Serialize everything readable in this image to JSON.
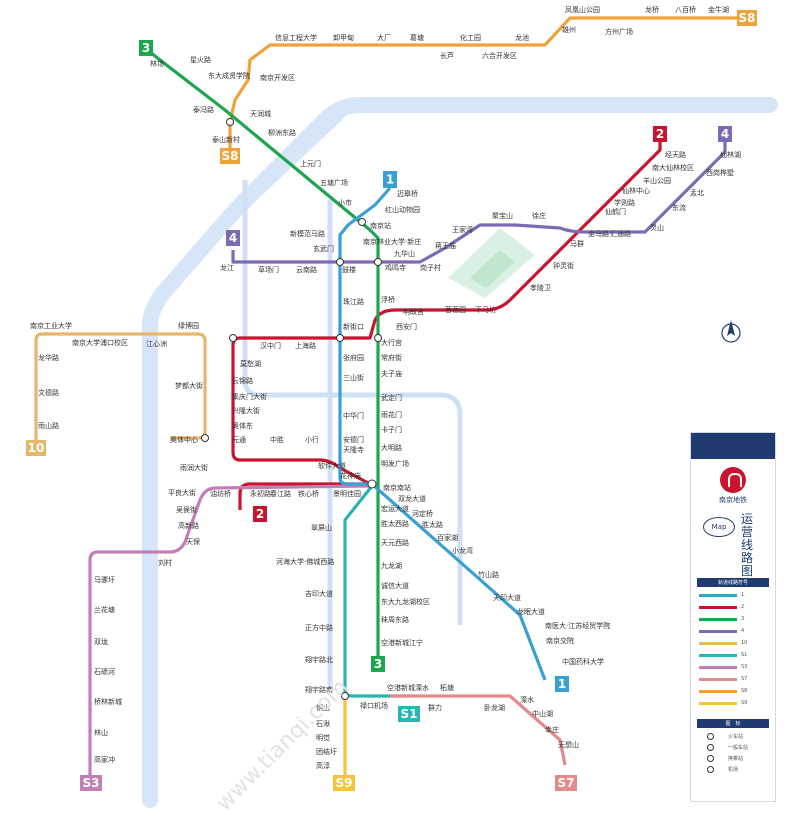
{
  "lines": [
    {
      "id": "1",
      "color": "#3aa0d2",
      "badge": "1",
      "text_color": "#fff",
      "outline": false
    },
    {
      "id": "2",
      "color": "#c8142c",
      "badge": "2",
      "text_color": "#fff",
      "outline": false
    },
    {
      "id": "3",
      "color": "#1ea54f",
      "badge": "3",
      "text_color": "#fff",
      "outline": false
    },
    {
      "id": "4",
      "color": "#7c6bb3",
      "badge": "4",
      "text_color": "#fff",
      "outline": false
    },
    {
      "id": "10",
      "color": "#e6b76a",
      "badge": "10",
      "text_color": "#fff",
      "outline": false
    },
    {
      "id": "S1",
      "color": "#2bb4b1",
      "badge": "S1",
      "text_color": "#fff",
      "outline": false
    },
    {
      "id": "S3",
      "color": "#c27fb6",
      "badge": "S3",
      "text_color": "#fff",
      "outline": false
    },
    {
      "id": "S7",
      "color": "#e58a8c",
      "badge": "S7",
      "text_color": "#fff",
      "outline": false
    },
    {
      "id": "S8",
      "color": "#f0a23a",
      "badge": "S8",
      "text_color": "#fff",
      "outline": false
    },
    {
      "id": "S9",
      "color": "#f4c53b",
      "badge": "S9",
      "text_color": "#fff",
      "outline": false
    }
  ],
  "stations": [
    {
      "name": "凤凰山公园"
    },
    {
      "name": "龙桥"
    },
    {
      "name": "八百桥"
    },
    {
      "name": "金牛湖"
    },
    {
      "name": "雄州"
    },
    {
      "name": "方州广场"
    },
    {
      "name": "信息工程大学"
    },
    {
      "name": "卸甲甸"
    },
    {
      "name": "大厂"
    },
    {
      "name": "葛塘"
    },
    {
      "name": "化工园"
    },
    {
      "name": "龙池"
    },
    {
      "name": "长芦"
    },
    {
      "name": "六合开发区"
    },
    {
      "name": "林场"
    },
    {
      "name": "星火路"
    },
    {
      "name": "东大成贤学院"
    },
    {
      "name": "南京开发区"
    },
    {
      "name": "泰冯路"
    },
    {
      "name": "天润城"
    },
    {
      "name": "泰山新村"
    },
    {
      "name": "柳洲东路"
    },
    {
      "name": "上元门"
    },
    {
      "name": "五塘广场"
    },
    {
      "name": "小市"
    },
    {
      "name": "迈皋桥"
    },
    {
      "name": "红山动物园"
    },
    {
      "name": "南京站"
    },
    {
      "name": "新模范马路"
    },
    {
      "name": "南京林业大学·新庄"
    },
    {
      "name": "玄武门"
    },
    {
      "name": "鸡鸣寺"
    },
    {
      "name": "九华山"
    },
    {
      "name": "岗子村"
    },
    {
      "name": "王家湾"
    },
    {
      "name": "聚宝山"
    },
    {
      "name": "徐庄"
    },
    {
      "name": "蒋王庙"
    },
    {
      "name": "龙江"
    },
    {
      "name": "草场门"
    },
    {
      "name": "云南路"
    },
    {
      "name": "鼓楼"
    },
    {
      "name": "浮桥"
    },
    {
      "name": "珠江路"
    },
    {
      "name": "大行宫"
    },
    {
      "name": "新街口"
    },
    {
      "name": "西安门"
    },
    {
      "name": "明故宫"
    },
    {
      "name": "苜蓿园"
    },
    {
      "name": "下马坊"
    },
    {
      "name": "孝陵卫"
    },
    {
      "name": "钟灵街"
    },
    {
      "name": "马群"
    },
    {
      "name": "金马路"
    },
    {
      "name": "仙鹤门"
    },
    {
      "name": "学则路"
    },
    {
      "name": "仙林中心"
    },
    {
      "name": "羊山公园"
    },
    {
      "name": "南大仙林校区"
    },
    {
      "name": "经天路"
    },
    {
      "name": "仙林湖"
    },
    {
      "name": "西岗桦墅"
    },
    {
      "name": "灵山"
    },
    {
      "name": "东流"
    },
    {
      "name": "孟北"
    },
    {
      "name": "汇通路"
    },
    {
      "name": "南京工业大学"
    },
    {
      "name": "南京大学浦口校区"
    },
    {
      "name": "龙华路"
    },
    {
      "name": "文德路"
    },
    {
      "name": "雨山路"
    },
    {
      "name": "江心洲"
    },
    {
      "name": "绿博园"
    },
    {
      "name": "梦都大街"
    },
    {
      "name": "奥体中心"
    },
    {
      "name": "汉中门"
    },
    {
      "name": "上海路"
    },
    {
      "name": "莫愁湖"
    },
    {
      "name": "云锦路"
    },
    {
      "name": "集庆门大街"
    },
    {
      "name": "兴隆大街"
    },
    {
      "name": "奥体东"
    },
    {
      "name": "元通"
    },
    {
      "name": "中胜"
    },
    {
      "name": "小行"
    },
    {
      "name": "张府园"
    },
    {
      "name": "三山街"
    },
    {
      "name": "中华门"
    },
    {
      "name": "安德门"
    },
    {
      "name": "天隆寺"
    },
    {
      "name": "夫子庙"
    },
    {
      "name": "常府街"
    },
    {
      "name": "武定门"
    },
    {
      "name": "雨花门"
    },
    {
      "name": "卡子门"
    },
    {
      "name": "大明路"
    },
    {
      "name": "明发广场"
    },
    {
      "name": "南京南站"
    },
    {
      "name": "雨润大街"
    },
    {
      "name": "软件大道"
    },
    {
      "name": "花神庙"
    },
    {
      "name": "双龙大道"
    },
    {
      "name": "油坊桥"
    },
    {
      "name": "永初路"
    },
    {
      "name": "平良大街"
    },
    {
      "name": "吴侯街"
    },
    {
      "name": "高新路"
    },
    {
      "name": "天保"
    },
    {
      "name": "刘村"
    },
    {
      "name": "马骡圩"
    },
    {
      "name": "兰花塘"
    },
    {
      "name": "双垅"
    },
    {
      "name": "石碛河"
    },
    {
      "name": "桥林新城"
    },
    {
      "name": "林山"
    },
    {
      "name": "高家冲"
    },
    {
      "name": "春江路"
    },
    {
      "name": "铁心桥"
    },
    {
      "name": "景明佳园"
    },
    {
      "name": "河定桥"
    },
    {
      "name": "胜太路"
    },
    {
      "name": "百家湖"
    },
    {
      "name": "小龙湾"
    },
    {
      "name": "竹山路"
    },
    {
      "name": "天印大道"
    },
    {
      "name": "龙眠大道"
    },
    {
      "name": "南医大·江苏经贸学院"
    },
    {
      "name": "南京交院"
    },
    {
      "name": "中国药科大学"
    },
    {
      "name": "翠屏山"
    },
    {
      "name": "河海大学·佛城西路"
    },
    {
      "name": "吉印大道"
    },
    {
      "name": "正方中路"
    },
    {
      "name": "翔宇路北"
    },
    {
      "name": "翔宇路南"
    },
    {
      "name": "禄口机场"
    },
    {
      "name": "铜山"
    },
    {
      "name": "石湫"
    },
    {
      "name": "明觉"
    },
    {
      "name": "团结圩"
    },
    {
      "name": "高淳"
    },
    {
      "name": "宏运大道"
    },
    {
      "name": "胜太西路"
    },
    {
      "name": "天元西路"
    },
    {
      "name": "九龙湖"
    },
    {
      "name": "诚信大道"
    },
    {
      "name": "东大九龙湖校区"
    },
    {
      "name": "秣周东路"
    },
    {
      "name": "空港新城江宁"
    },
    {
      "name": "空港新城溧水"
    },
    {
      "name": "柘塘"
    },
    {
      "name": "群力"
    },
    {
      "name": "卧龙湖"
    },
    {
      "name": "溧水"
    },
    {
      "name": "中山湖"
    },
    {
      "name": "幸庄"
    },
    {
      "name": "无想山"
    }
  ],
  "legend": {
    "agency": "南京地铁",
    "map_label": "Map",
    "title_vertical": "运营线路图",
    "list_header": "轨道线路符号",
    "rows": [
      {
        "bar_color": "#3aa0d2",
        "num": "1"
      },
      {
        "bar_color": "#c8142c",
        "num": "2"
      },
      {
        "bar_color": "#1ea54f",
        "num": "3"
      },
      {
        "bar_color": "#7c6bb3",
        "num": "4"
      },
      {
        "bar_color": "#e6b76a",
        "num": "10"
      },
      {
        "bar_color": "#2bb4b1",
        "num": "S1"
      },
      {
        "bar_color": "#c27fb6",
        "num": "S3"
      },
      {
        "bar_color": "#e58a8c",
        "num": "S7"
      },
      {
        "bar_color": "#f0a23a",
        "num": "S8"
      },
      {
        "bar_color": "#f4c53b",
        "num": "S9"
      }
    ],
    "symbols_header": "图　标",
    "symbols": [
      {
        "label": "火车站"
      },
      {
        "label": "一般车站"
      },
      {
        "label": "换乘站"
      },
      {
        "label": "机场"
      }
    ]
  },
  "watermark": "www.tianqi.com"
}
